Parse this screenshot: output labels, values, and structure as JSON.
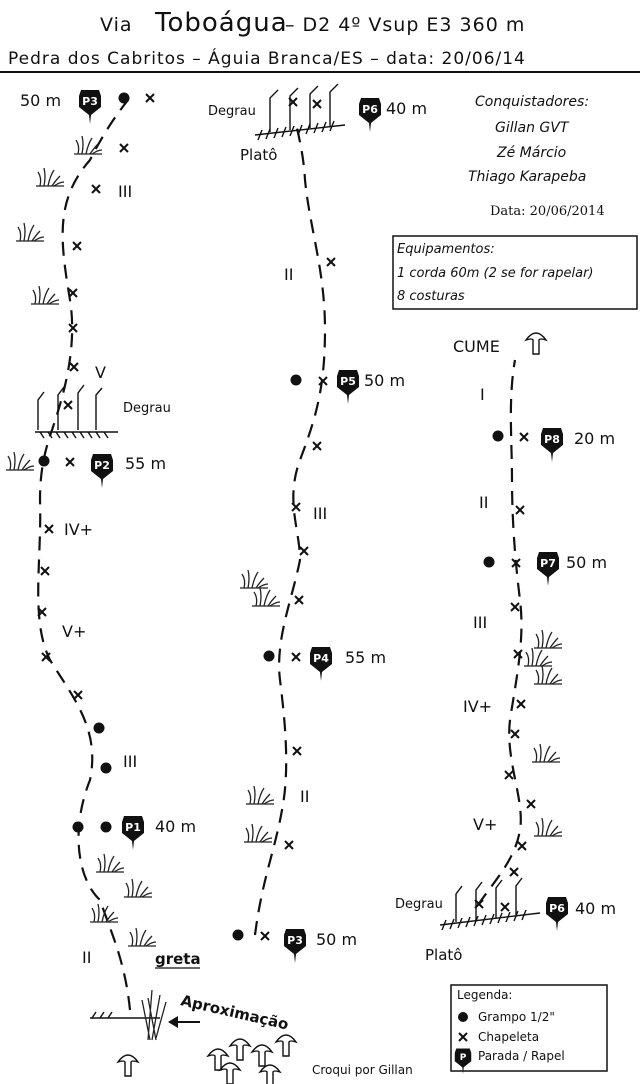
{
  "header": {
    "title_prefix": "Via",
    "title_name": "Toboágua",
    "title_grade": "– D2 4º Vsup E3 360 m",
    "subtitle": "Pedra dos Cabritos – Águia Branca/ES – data: 20/06/14"
  },
  "credits": {
    "heading": "Conquistadores:",
    "names": [
      "Gillan GVT",
      "Zé Márcio",
      "Thiago Karapeba"
    ],
    "date": "Data: 20/06/2014"
  },
  "equipment": {
    "heading": "Equipamentos:",
    "items": [
      "1 corda 60m (2 se for rapelar)",
      "8 costuras"
    ]
  },
  "labels": {
    "degrau": "Degrau",
    "plato": "Platô",
    "cume": "CUME",
    "greta": "greta",
    "aproximacao": "Aproximação",
    "author": "Croqui por Gillan"
  },
  "stations": {
    "p1": {
      "code": "P1",
      "length": "40 m"
    },
    "p2": {
      "code": "P2",
      "length": "55 m"
    },
    "p3": {
      "code": "P3",
      "length": "50 m"
    },
    "p3_top": {
      "code": "P3",
      "length": "50 m"
    },
    "p4": {
      "code": "P4",
      "length": "55 m"
    },
    "p5": {
      "code": "P5",
      "length": "50 m"
    },
    "p6": {
      "code": "P6",
      "length": "40 m"
    },
    "p6_lower": {
      "code": "P6",
      "length": "40 m"
    },
    "p7": {
      "code": "P7",
      "length": "50 m"
    },
    "p8": {
      "code": "P8",
      "length": "20 m"
    }
  },
  "grades": {
    "c1": [
      "III",
      "V",
      "IV+",
      "V+",
      "III",
      "II"
    ],
    "c2": [
      "II",
      "III",
      "II"
    ],
    "c3": [
      "I",
      "II",
      "III",
      "IV+",
      "V+"
    ]
  },
  "legend": {
    "heading": "Legenda:",
    "items": [
      {
        "symbol": "dot",
        "label": "Grampo  1/2\""
      },
      {
        "symbol": "x",
        "label": "Chapeleta"
      },
      {
        "symbol": "p-badge",
        "label": "Parada  /  Rapel"
      }
    ],
    "badge_letter": "P"
  }
}
